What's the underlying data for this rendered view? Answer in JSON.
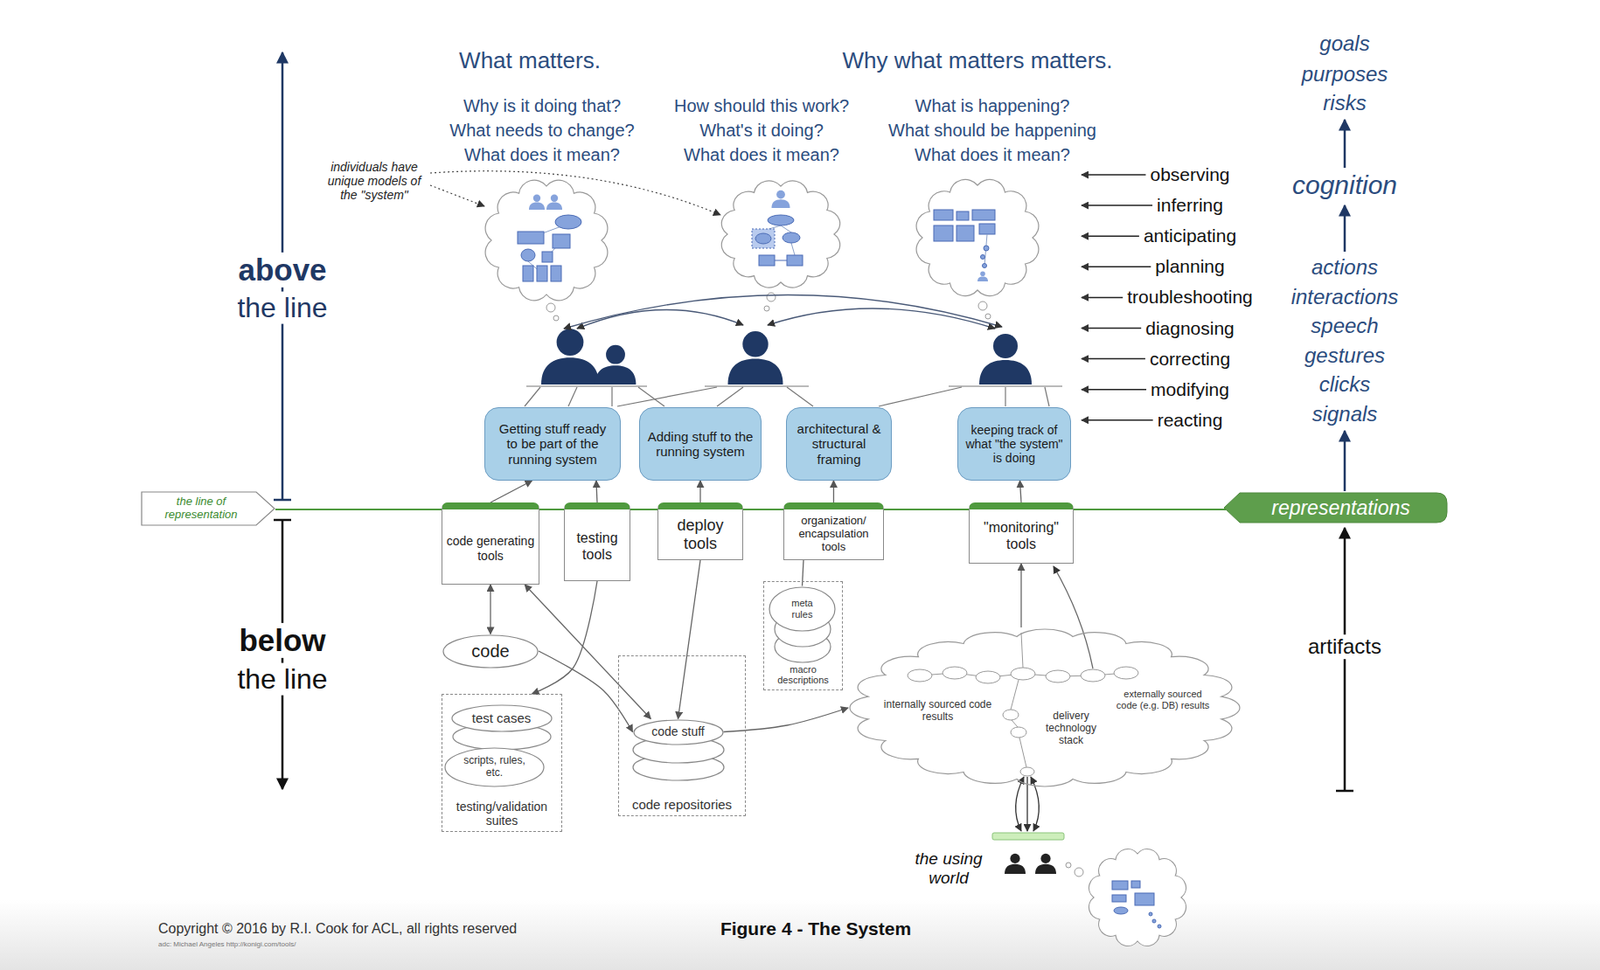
{
  "diagram": {
    "caption": "Figure 4 - The System",
    "nodes": [
      {
        "text": [
          "the line of representation"
        ]
      },
      {
        "text": [
          "Getting stuff ready to be part of the running system"
        ]
      },
      {
        "text": [
          "Adding stuff to the running system"
        ]
      },
      {
        "text": [
          "architectural & structural framing"
        ]
      },
      {
        "text": [
          "keeping track of what \"the system\" is doing"
        ]
      },
      {
        "text": [
          "representations"
        ]
      },
      {
        "text": [
          "code generating tools"
        ]
      },
      {
        "text": [
          "testing tools"
        ]
      },
      {
        "text": [
          "deploy tools"
        ]
      },
      {
        "text": [
          "organization/ encapsulation tools"
        ]
      },
      {
        "text": [
          "\"monitoring\" tools"
        ]
      },
      {
        "text": [
          "macro descriptions"
        ]
      },
      {
        "text": [
          "meta rules"
        ],
        "in": 11
      },
      {
        "text": [
          "code"
        ]
      },
      {
        "text": [
          "internally sourced code results",
          "externally sourced code (e.g. DB) results",
          "delivery technology stack"
        ]
      },
      {
        "text": [
          "testing/validation suites"
        ]
      },
      {
        "text": [
          "test cases"
        ],
        "in": 15
      },
      {
        "text": [
          "scripts, rules, etc."
        ],
        "in": 15
      },
      {
        "text": [
          "code repositories"
        ]
      },
      {
        "text": [
          "code stuff"
        ],
        "in": 18
      }
    ],
    "edges": [
      {
        "from": 6,
        "to": 1,
        "arrow": "to"
      },
      {
        "from": 7,
        "to": 1,
        "arrow": "to"
      },
      {
        "from": 8,
        "to": 2,
        "arrow": "to"
      },
      {
        "from": 9,
        "to": 3,
        "arrow": "to"
      },
      {
        "from": 10,
        "to": 4,
        "arrow": "to"
      },
      {
        "from": 6,
        "to": 13,
        "arrow": "both"
      },
      {
        "from": 7,
        "to": 15,
        "arrow": "to"
      },
      {
        "from": 13,
        "to": 19,
        "arrow": "to"
      },
      {
        "from": 6,
        "to": 19,
        "arrow": "both"
      },
      {
        "from": 8,
        "to": 19,
        "arrow": "to"
      },
      {
        "from": 9,
        "to": 12,
        "arrow": "none"
      },
      {
        "from": 19,
        "to": 14,
        "arrow": "to"
      },
      {
        "from": 14,
        "to": 10,
        "arrow": "to"
      }
    ],
    "labels": [
      "What matters.",
      "Why what matters matters.",
      "Why is it doing that?",
      "What needs to change?",
      "What does it mean?",
      "How should this work?",
      "What's it doing?",
      "What does it mean?",
      "What is happening?",
      "What should be happening",
      "What does it mean?",
      "individuals have unique models of the \"system\"",
      "goals",
      "purposes",
      "risks",
      "cognition",
      "observing",
      "inferring",
      "anticipating",
      "planning",
      "troubleshooting",
      "diagnosing",
      "correcting",
      "modifying",
      "reacting",
      "actions",
      "interactions",
      "speech",
      "gestures",
      "clicks",
      "signals",
      "above",
      "the line",
      "below",
      "the line",
      "artifacts",
      "the using world",
      "Copyright © 2016 by R.I. Cook for ACL, all rights reserved",
      "adc: Michael Angeles http://konigi.com/tools/"
    ]
  }
}
